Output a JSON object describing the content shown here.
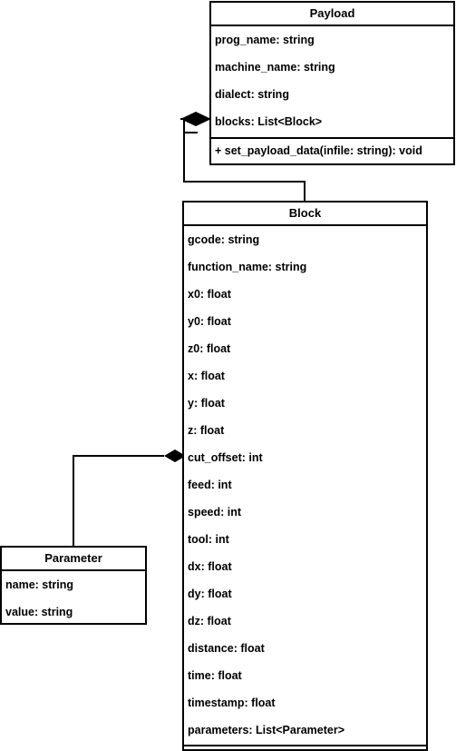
{
  "classes": {
    "payload": {
      "name": "Payload",
      "attributes": [
        "prog_name: string",
        "machine_name: string",
        "dialect: string",
        "blocks: List<Block>"
      ],
      "methods": [
        "+ set_payload_data(infile: string): void"
      ]
    },
    "block": {
      "name": "Block",
      "attributes": [
        "gcode: string",
        "function_name: string",
        "x0: float",
        "y0: float",
        "z0: float",
        "x: float",
        "y: float",
        "z: float",
        "cut_offset: int",
        "feed: int",
        "speed: int",
        "tool: int",
        "dx: float",
        "dy: float",
        "dz: float",
        "distance: float",
        "time: float",
        "timestamp: float",
        "parameters: List<Parameter>"
      ]
    },
    "parameter": {
      "name": "Parameter",
      "attributes": [
        "name: string",
        "value: string"
      ]
    }
  },
  "relations": [
    {
      "type": "composition",
      "from": "Block",
      "to": "Payload",
      "via": "blocks: List<Block>"
    },
    {
      "type": "composition",
      "from": "Parameter",
      "to": "Block",
      "via": "cut_offset: int"
    }
  ],
  "colors": {
    "stroke": "#000000",
    "background": "#ffffff"
  }
}
